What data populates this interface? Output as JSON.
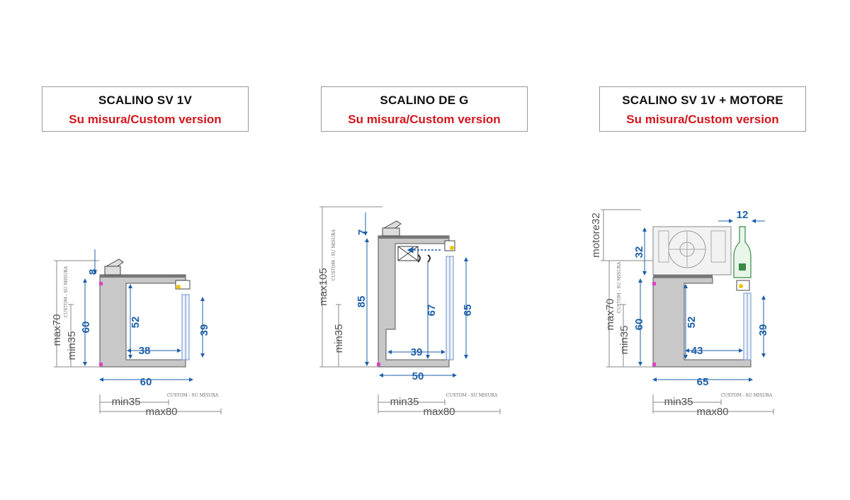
{
  "panels": [
    {
      "title": "SCALINO  SV 1V",
      "subtitle": "Su misura/Custom version"
    },
    {
      "title": "SCALINO  DE G",
      "subtitle": "Su misura/Custom version"
    },
    {
      "title": "SCALINO SV 1V + MOTORE",
      "subtitle": "Su misura/Custom version"
    }
  ],
  "diagram1": {
    "dims": {
      "top": "8",
      "height": "60",
      "inner_height": "52",
      "door_height": "39",
      "inner_width": "38",
      "width": "60"
    },
    "vert": {
      "max": "max70",
      "min": "min35",
      "custom": "CUSTOM - SU MISURA"
    },
    "horiz": {
      "min": "min35",
      "max": "max80",
      "custom": "CUSTOM - SU MISURA"
    }
  },
  "diagram2": {
    "dims": {
      "top": "7",
      "height": "85",
      "inner_height": "67",
      "door_height": "65",
      "inner_width": "39",
      "width": "50"
    },
    "vert": {
      "max": "max105",
      "min": "min35",
      "custom": "CUSTOM - SU MISURA"
    },
    "horiz": {
      "min": "min35",
      "max": "max80",
      "custom": "CUSTOM - SU MISURA"
    }
  },
  "diagram3": {
    "dims": {
      "motor_width": "12",
      "motor_height": "32",
      "height": "60",
      "inner_height": "52",
      "door_height": "39",
      "inner_width": "43",
      "width": "65"
    },
    "vert": {
      "motor": "motore32",
      "max": "max70",
      "min": "min35",
      "custom": "CUSTOM - SU MISURA"
    },
    "horiz": {
      "min": "min35",
      "max": "max80",
      "custom": "CUSTOM - SU MISURA"
    }
  },
  "colors": {
    "dimension": "#1d5fa8",
    "title_red": "#d3161d",
    "cabinet": "#c8c8c8",
    "marker": "#e040c0"
  }
}
